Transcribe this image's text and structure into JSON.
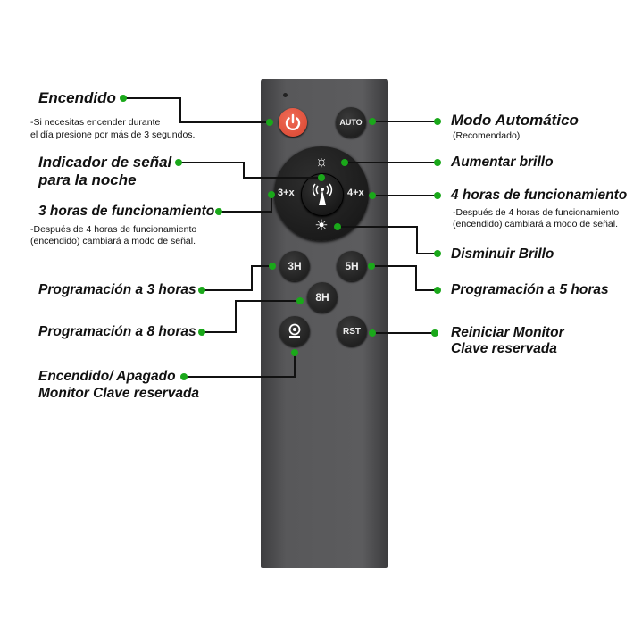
{
  "labels": {
    "encendido": "Encendido",
    "encendido_note_1": "-Si necesitas encender durante",
    "encendido_note_2": "el día presione por más de 3 segundos.",
    "indicador_1": "Indicador de señal",
    "indicador_2": "para la noche",
    "tres_horas": "3 horas de funcionamiento",
    "tres_horas_note_1": "-Después  de 4 horas de funcionamiento",
    "tres_horas_note_2": "(encendido) cambiará a modo de señal.",
    "prog3": "Programación a 3 horas",
    "prog8": "Programación a 8 horas",
    "monitor_1": "Encendido/ Apagado",
    "monitor_2": "Monitor Clave reservada",
    "auto": "Modo Automático",
    "auto_note": "(Recomendado)",
    "aumentar": "Aumentar brillo",
    "cuatro_horas": "4 horas de funcionamiento",
    "cuatro_horas_note_1": "-Después  de 4 horas de funcionamiento",
    "cuatro_horas_note_2": "(encendido) cambiará a modo de señal.",
    "disminuir": "Disminuir Brillo",
    "prog5": "Programación a 5 horas",
    "reiniciar_1": "Reiniciar Monitor",
    "reiniciar_2": "Clave reservada"
  },
  "buttons": {
    "auto": "AUTO",
    "three_x": "3+x",
    "four_x": "4+x",
    "h3": "3H",
    "h5": "5H",
    "h8": "8H",
    "rst": "RST"
  },
  "colors": {
    "dot": "#1aa81a",
    "power": "#e8543f"
  }
}
